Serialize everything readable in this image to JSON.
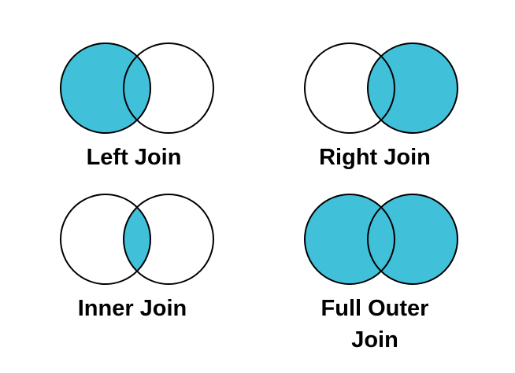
{
  "colors": {
    "fill": "#41C0DA",
    "outline": "#000000",
    "background": "#FFFFFF"
  },
  "joins": [
    {
      "type": "left",
      "label_lines": [
        "Left Join"
      ]
    },
    {
      "type": "right",
      "label_lines": [
        "Right Join"
      ]
    },
    {
      "type": "inner",
      "label_lines": [
        "Inner Join"
      ]
    },
    {
      "type": "full",
      "label_lines": [
        "Full Outer",
        "Join"
      ]
    }
  ]
}
